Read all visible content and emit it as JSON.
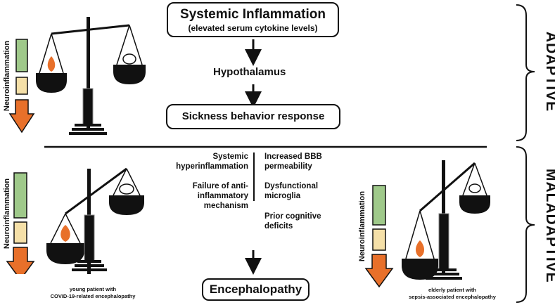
{
  "top_box": {
    "title": "Systemic Inflammation",
    "subtitle": "(elevated serum cytokine levels)"
  },
  "hypothalamus": "Hypothalamus",
  "sickness_box": "Sickness behavior response",
  "adaptive_label": "ADAPTIVE",
  "maladaptive_label": "MALADAPTIVE",
  "neuro_label": "Neuroinflammation",
  "factors_left": [
    "Systemic\nhyperinflammation",
    "Failure of anti-\ninflammatory\nmechanism"
  ],
  "factors_right": [
    "Increased BBB\npermeability",
    "Dysfunctional\nmicroglia",
    "Prior cognitive\ndeficits"
  ],
  "encephalopathy_box": "Encephalopathy",
  "young_caption": "young patient with\nCOVID-19-related encephalopathy",
  "elderly_caption": "elderly patient with\nsepsis-associated encephalopathy",
  "colors": {
    "green_light": "#f0f7ea",
    "green_dark": "#9fc98a",
    "cream_light": "#fffdf3",
    "cream_dark": "#f5e0a8",
    "arrow_light": "#f9c79a",
    "arrow_dark": "#e8702a",
    "flame": "#e8702a",
    "ink": "#111111"
  },
  "icons": [
    "flame-icon",
    "brain-icon",
    "down-arrow-icon",
    "bracket-icon"
  ]
}
